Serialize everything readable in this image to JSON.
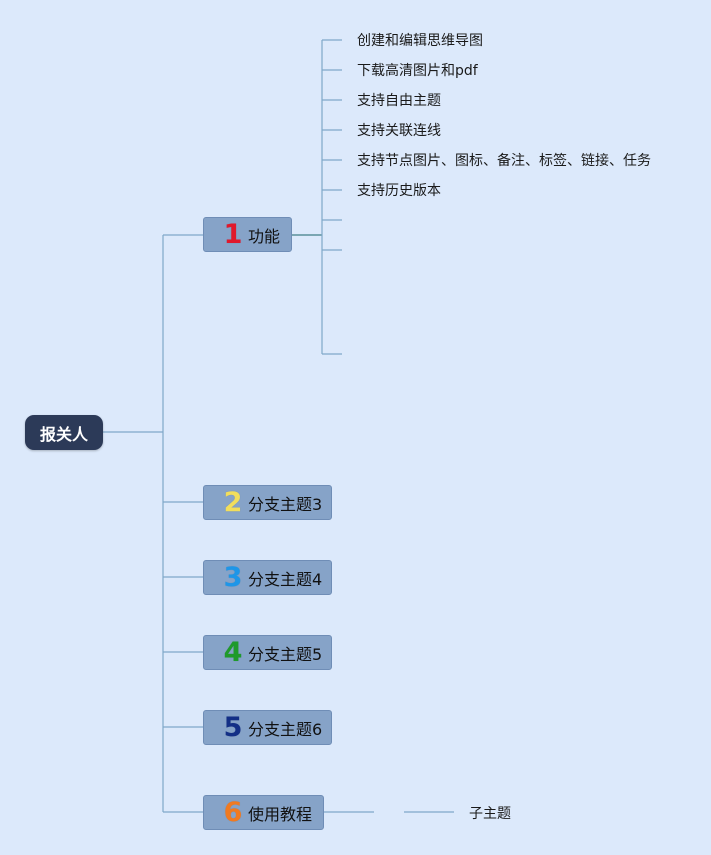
{
  "root": {
    "label": "报关人"
  },
  "branches": [
    {
      "number": "1",
      "label": "功能",
      "number_color": "#e0182c",
      "children": [
        "创建和编辑思维导图",
        "下载高清图片和pdf",
        "支持自由主题",
        "支持关联连线",
        "支持节点图片、图标、备注、标签、链接、任务",
        "支持历史版本",
        "",
        "",
        ""
      ]
    },
    {
      "number": "2",
      "label": "分支主题3",
      "number_color": "#f2de5c",
      "children": []
    },
    {
      "number": "3",
      "label": "分支主题4",
      "number_color": "#1e96e8",
      "children": []
    },
    {
      "number": "4",
      "label": "分支主题5",
      "number_color": "#1f9a2b",
      "children": []
    },
    {
      "number": "5",
      "label": "分支主题6",
      "number_color": "#132f86",
      "children": []
    },
    {
      "number": "6",
      "label": "使用教程",
      "number_color": "#f07a21",
      "children": [
        "子主题"
      ]
    }
  ],
  "colors": {
    "background": "#dce9fb",
    "connector": "#7fa8c9",
    "connector_dark": "#3f7f86",
    "root": "#2c3a58",
    "branch": "#86a3c8"
  }
}
